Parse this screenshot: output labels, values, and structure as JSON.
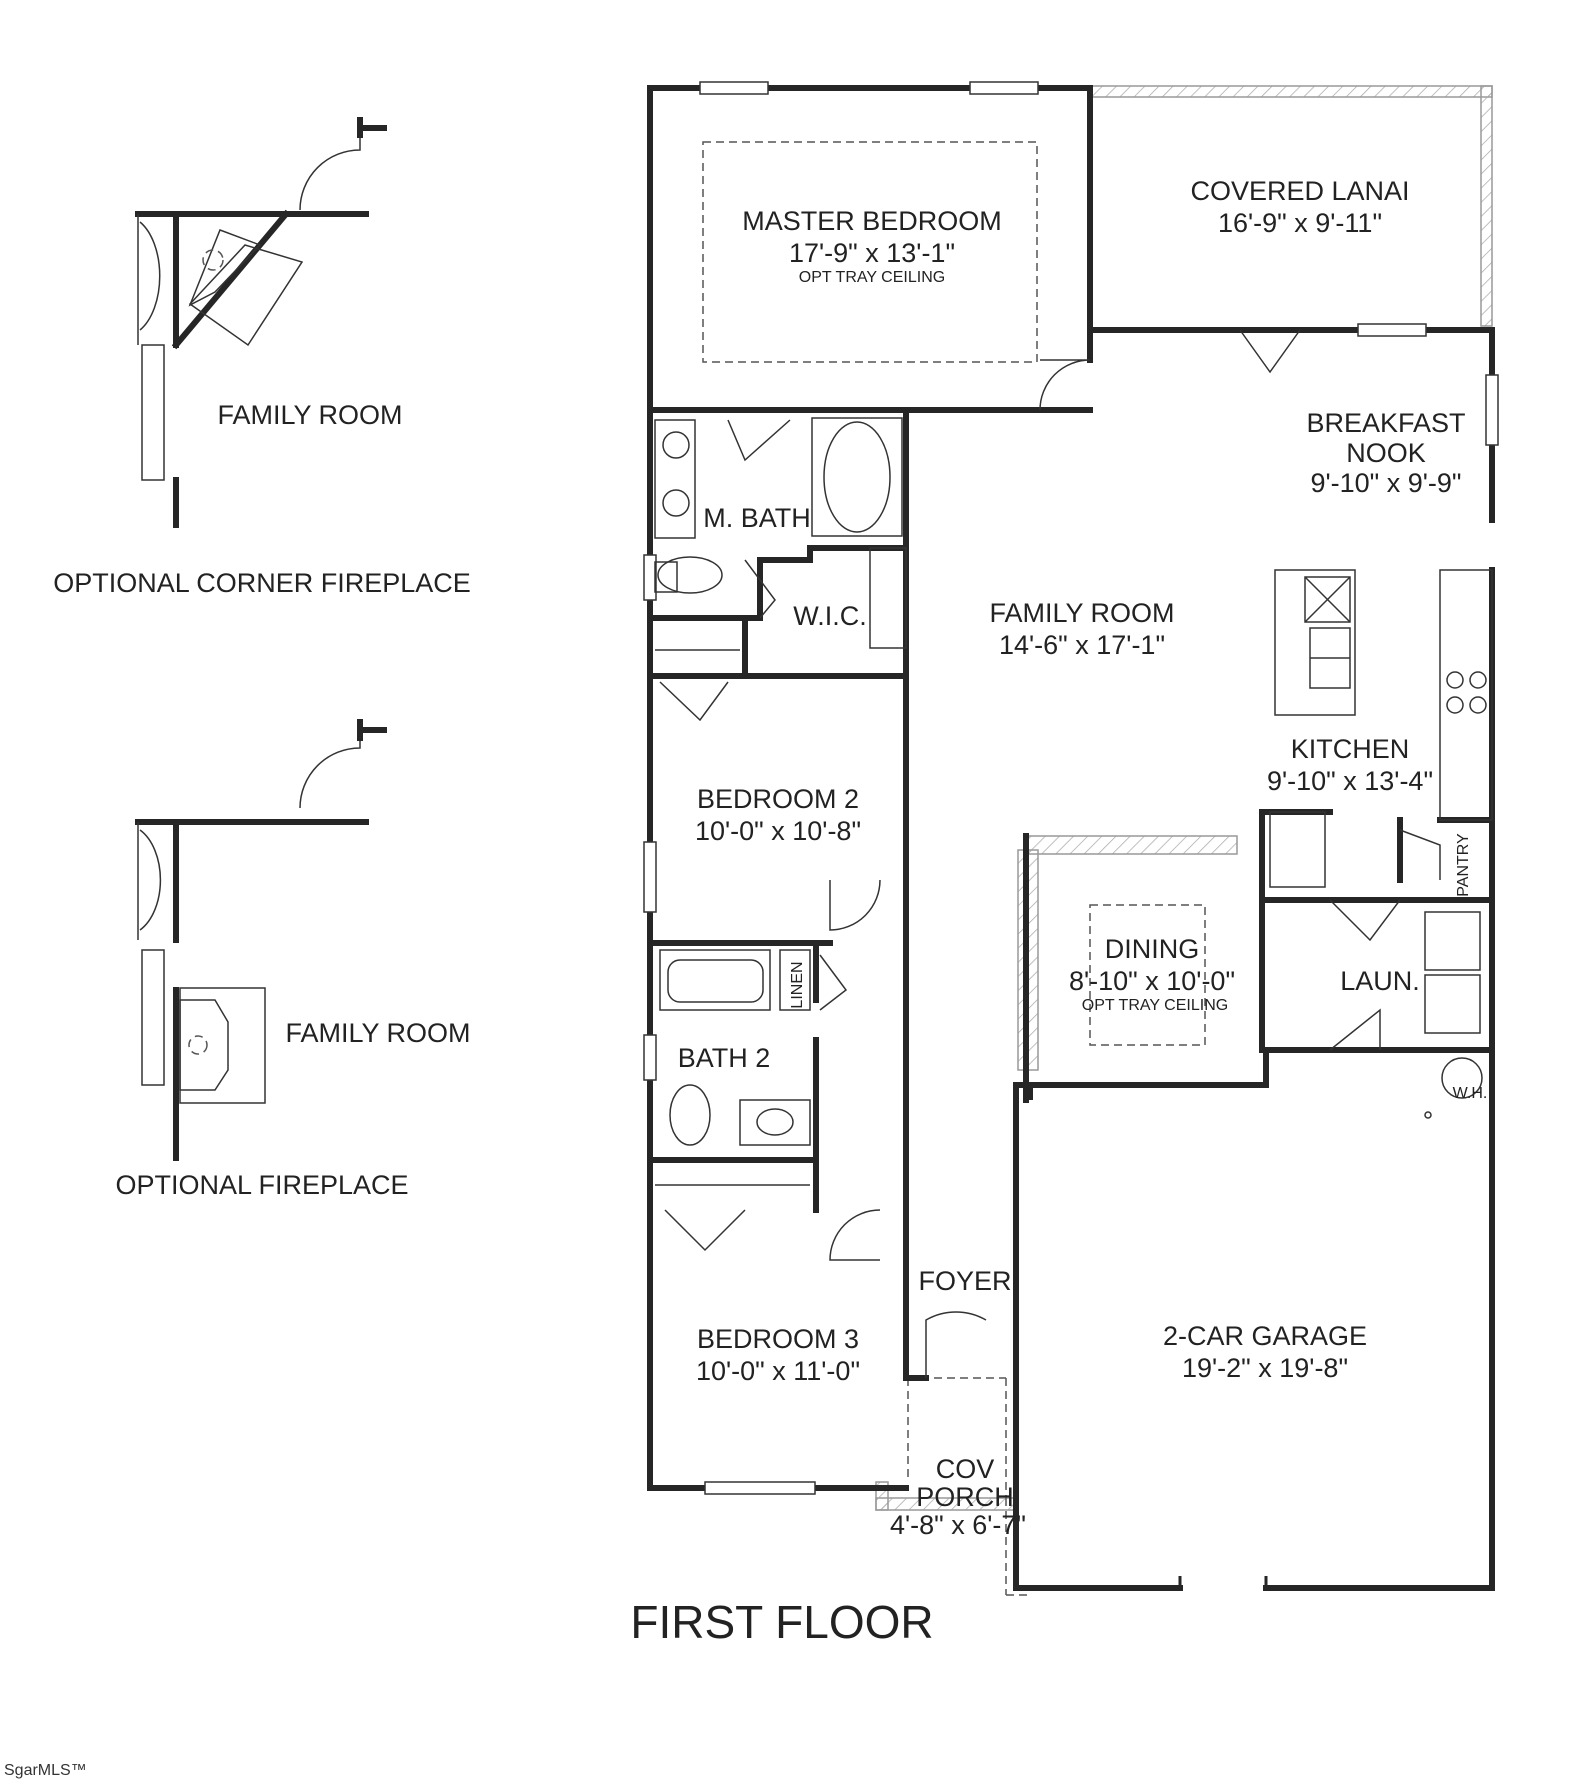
{
  "floor_title": "FIRST FLOOR",
  "rooms": {
    "master_bedroom": {
      "name": "MASTER BEDROOM",
      "size": "17'-9\" x 13'-1\"",
      "note": "OPT TRAY CEILING"
    },
    "covered_lanai": {
      "name": "COVERED LANAI",
      "size": "16'-9\" x 9'-11\""
    },
    "breakfast_nook": {
      "name1": "BREAKFAST",
      "name2": "NOOK",
      "size": "9'-10\" x 9'-9\""
    },
    "m_bath": {
      "name": "M. BATH"
    },
    "wic": {
      "name": "W.I.C."
    },
    "family_room": {
      "name": "FAMILY ROOM",
      "size": "14'-6\" x 17'-1\""
    },
    "kitchen": {
      "name": "KITCHEN",
      "size": "9'-10\" x 13'-4\""
    },
    "bedroom_2": {
      "name": "BEDROOM 2",
      "size": "10'-0\" x 10'-8\""
    },
    "pantry": {
      "name": "PANTRY"
    },
    "dining": {
      "name": "DINING",
      "size": "8'-10\" x 10'-0\"",
      "note": "OPT TRAY CEILING"
    },
    "laundry": {
      "name": "LAUN."
    },
    "linen": {
      "name": "LINEN"
    },
    "bath_2": {
      "name": "BATH 2"
    },
    "water_heater": {
      "name": "W.H."
    },
    "foyer": {
      "name": "FOYER"
    },
    "bedroom_3": {
      "name": "BEDROOM 3",
      "size": "10'-0\" x 11'-0\""
    },
    "garage": {
      "name": "2-CAR GARAGE",
      "size": "19'-2\" x 19'-8\""
    },
    "cov_porch": {
      "name1": "COV",
      "name2": "PORCH",
      "size": "4'-8\" x 6'-7\""
    }
  },
  "options": {
    "corner_fireplace": {
      "room_label": "FAMILY ROOM",
      "caption": "OPTIONAL CORNER FIREPLACE"
    },
    "fireplace": {
      "room_label": "FAMILY ROOM",
      "caption": "OPTIONAL FIREPLACE"
    }
  },
  "watermark": {
    "text": "SgarMLS™"
  }
}
